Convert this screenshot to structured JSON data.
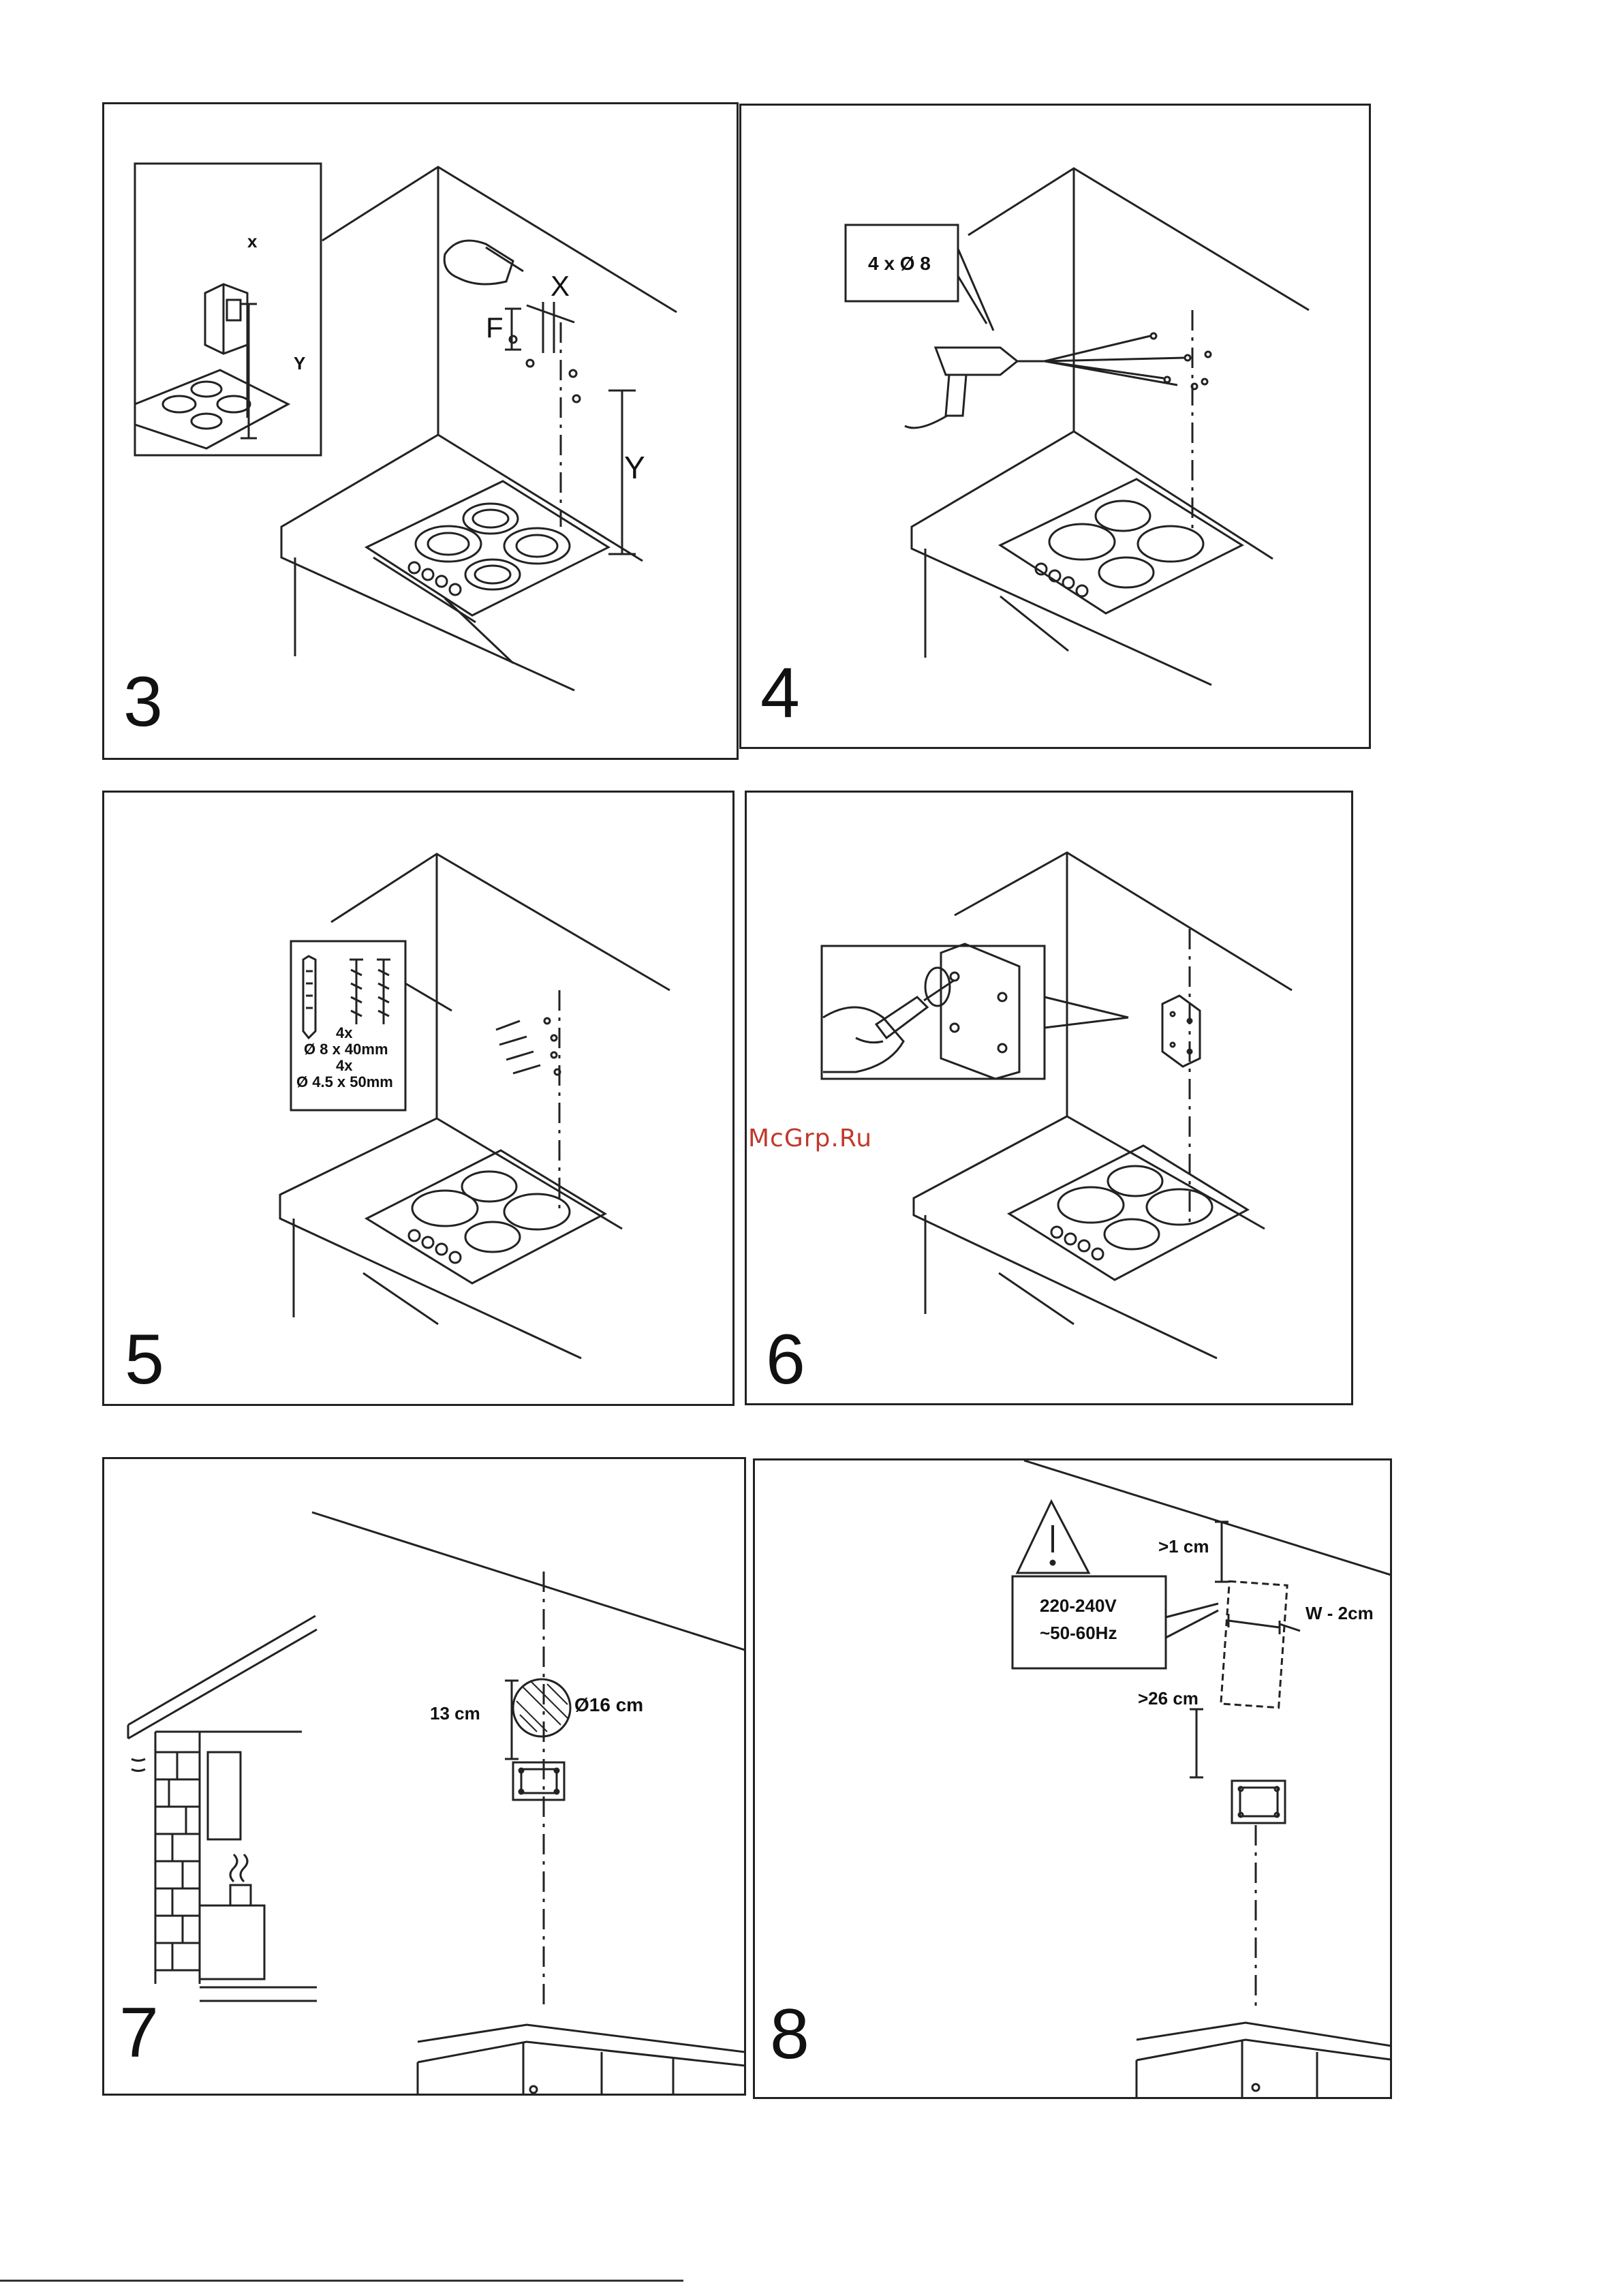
{
  "watermark": "McGrp.Ru",
  "panels": [
    {
      "step": "3",
      "labels": {
        "x_small": "x",
        "y_small": "Y",
        "x_big": "X",
        "f_big": "F",
        "y_big": "Y"
      }
    },
    {
      "step": "4",
      "labels": {
        "drill_spec": "4 x Ø 8"
      }
    },
    {
      "step": "5",
      "labels": {
        "qty1": "4x",
        "spec1": "Ø 8 x 40mm",
        "qty2": "4x",
        "spec2": "Ø 4.5 x 50mm"
      }
    },
    {
      "step": "6",
      "labels": {}
    },
    {
      "step": "7",
      "labels": {
        "height": "13 cm",
        "diameter": "Ø16 cm"
      }
    },
    {
      "step": "8",
      "labels": {
        "top_clearance": ">1 cm",
        "width": "W - 2cm",
        "bottom_clearance": ">26 cm",
        "voltage": "220-240V",
        "frequency": "~50-60Hz"
      }
    }
  ],
  "icons": [
    "warning-triangle-icon",
    "drill-icon",
    "screwdriver-icon",
    "hand-icon",
    "screw-icon",
    "wall-plug-icon",
    "heat-waves-icon"
  ]
}
